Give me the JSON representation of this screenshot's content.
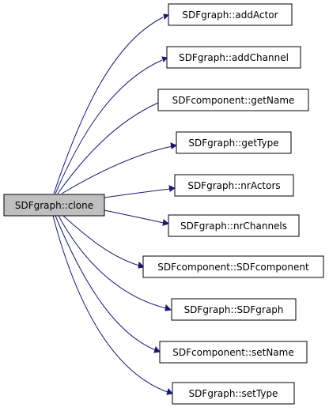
{
  "graph": {
    "root": {
      "label": "SDFgraph::clone"
    },
    "callees": [
      {
        "label": "SDFgraph::addActor"
      },
      {
        "label": "SDFgraph::addChannel"
      },
      {
        "label": "SDFcomponent::getName"
      },
      {
        "label": "SDFgraph::getType"
      },
      {
        "label": "SDFgraph::nrActors"
      },
      {
        "label": "SDFgraph::nrChannels"
      },
      {
        "label": "SDFcomponent::SDFcomponent"
      },
      {
        "label": "SDFgraph::SDFgraph"
      },
      {
        "label": "SDFcomponent::setName"
      },
      {
        "label": "SDFgraph::setType"
      }
    ]
  },
  "colors": {
    "edge": "#191970",
    "root_fill": "#bfbfbf",
    "node_fill": "#ffffff",
    "border": "#000000"
  }
}
